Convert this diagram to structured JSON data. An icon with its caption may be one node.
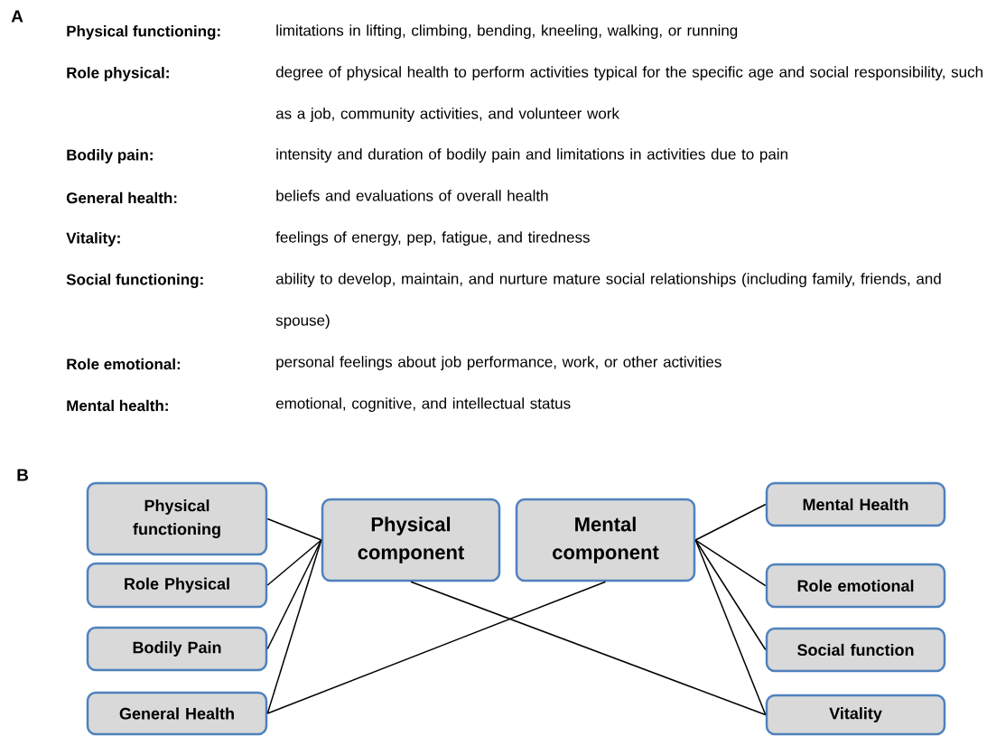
{
  "diagram": {
    "nodes": [
      {
        "text": [
          "Physical functioning"
        ]
      },
      {
        "text": [
          "Role Physical"
        ]
      },
      {
        "text": [
          "Bodily Pain"
        ]
      },
      {
        "text": [
          "General Health"
        ]
      },
      {
        "text": [
          "Physical component"
        ]
      },
      {
        "text": [
          "Mental component"
        ]
      },
      {
        "text": [
          "Mental Health"
        ]
      },
      {
        "text": [
          "Role emotional"
        ]
      },
      {
        "text": [
          "Social function"
        ]
      },
      {
        "text": [
          "Vitality"
        ]
      }
    ],
    "edges": [
      {
        "from": 0,
        "to": 4,
        "arrow": "none"
      },
      {
        "from": 1,
        "to": 4,
        "arrow": "none"
      },
      {
        "from": 2,
        "to": 4,
        "arrow": "none"
      },
      {
        "from": 3,
        "to": 4,
        "arrow": "none"
      },
      {
        "from": 3,
        "to": 5,
        "arrow": "none"
      },
      {
        "from": 4,
        "to": 9,
        "arrow": "none"
      },
      {
        "from": 5,
        "to": 6,
        "arrow": "none"
      },
      {
        "from": 5,
        "to": 7,
        "arrow": "none"
      },
      {
        "from": 5,
        "to": 8,
        "arrow": "none"
      },
      {
        "from": 5,
        "to": 9,
        "arrow": "none"
      }
    ],
    "labels": [
      "A",
      "Physical functioning:",
      "limitations in lifting, climbing, bending, kneeling, walking, or running",
      "Role physical:",
      "degree of physical health to perform activities typical for the specific age and social responsibility, such as a job, community activities, and volunteer work",
      "Bodily pain:",
      "intensity and duration of bodily pain and limitations in activities due to pain",
      "General health:",
      "beliefs and evaluations of overall health",
      "Vitality:",
      "feelings of energy, pep, fatigue, and tiredness",
      "Social functioning:",
      "ability to develop, maintain, and nurture mature social relationships (including family, friends, and spouse)",
      "Role emotional:",
      "personal feelings about job performance, work, or other activities",
      "Mental health:",
      "emotional, cognitive, and intellectual status",
      "B"
    ]
  }
}
